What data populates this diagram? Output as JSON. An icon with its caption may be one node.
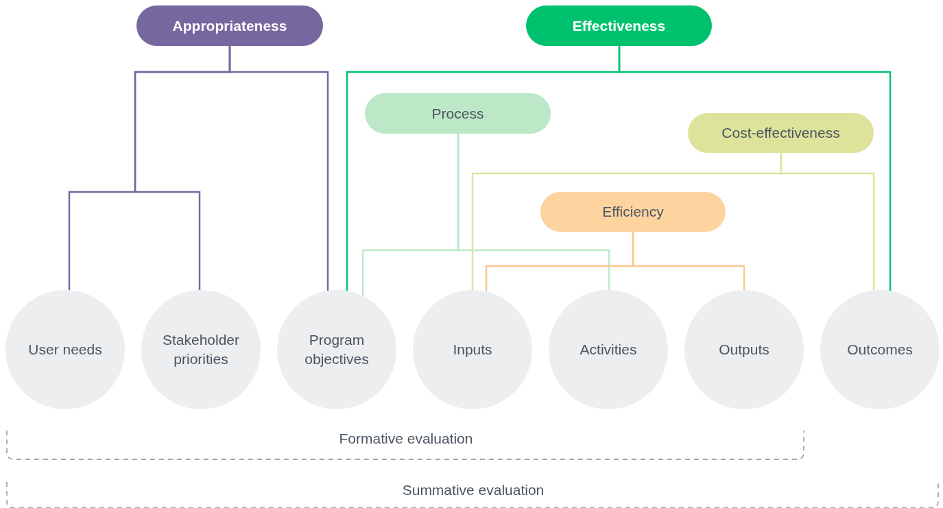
{
  "diagram": {
    "nodes": [
      {
        "text": [
          "Appropriateness"
        ]
      },
      {
        "text": [
          "Effectiveness"
        ]
      },
      {
        "text": [
          "Process"
        ]
      },
      {
        "text": [
          "Cost-effectiveness"
        ]
      },
      {
        "text": [
          "Efficiency"
        ]
      },
      {
        "text": [
          "User needs"
        ]
      },
      {
        "text": [
          "Stakeholder priorities"
        ]
      },
      {
        "text": [
          "Program objectives"
        ]
      },
      {
        "text": [
          "Inputs"
        ]
      },
      {
        "text": [
          "Activities"
        ]
      },
      {
        "text": [
          "Outputs"
        ]
      },
      {
        "text": [
          "Outcomes"
        ]
      }
    ],
    "edges": [
      {
        "from": 0,
        "to": 5,
        "arrow": "none",
        "color": "#77679f"
      },
      {
        "from": 0,
        "to": 6,
        "arrow": "none",
        "color": "#77679f"
      },
      {
        "from": 0,
        "to": 7,
        "arrow": "none",
        "color": "#77679f"
      },
      {
        "from": 1,
        "to": 7,
        "arrow": "none",
        "color": "#00c26e"
      },
      {
        "from": 1,
        "to": 11,
        "arrow": "none",
        "color": "#00c26e"
      },
      {
        "from": 2,
        "to": 7,
        "arrow": "none",
        "color": "#bde8c8"
      },
      {
        "from": 2,
        "to": 9,
        "arrow": "none",
        "color": "#bde8c8"
      },
      {
        "from": 3,
        "to": 8,
        "arrow": "none",
        "color": "#dde39a"
      },
      {
        "from": 3,
        "to": 11,
        "arrow": "none",
        "color": "#dde39a"
      },
      {
        "from": 4,
        "to": 8,
        "arrow": "none",
        "color": "#fcc68e"
      },
      {
        "from": 4,
        "to": 10,
        "arrow": "none",
        "color": "#fcc68e"
      }
    ],
    "labels": [
      "Formative evaluation",
      "Summative evaluation"
    ]
  }
}
